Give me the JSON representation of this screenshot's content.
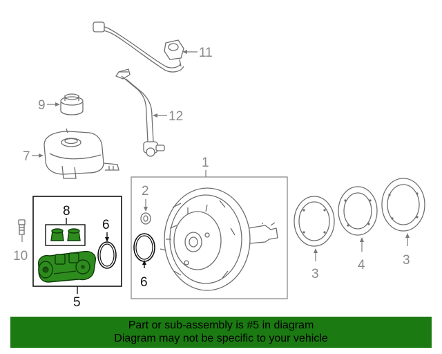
{
  "callouts": {
    "c1": "1",
    "c2": "2",
    "c3a": "3",
    "c3b": "3",
    "c4": "4",
    "c5": "5",
    "c6a": "6",
    "c6b": "6",
    "c7": "7",
    "c8": "8",
    "c9": "9",
    "c10": "10",
    "c11": "11",
    "c12": "12"
  },
  "banner": {
    "line1": "Part or sub-assembly is #5 in diagram",
    "line2": "Diagram may not be specific to your vehicle"
  },
  "colors": {
    "highlight": "#2e8b1e",
    "banner_bg": "#1b7a12"
  }
}
